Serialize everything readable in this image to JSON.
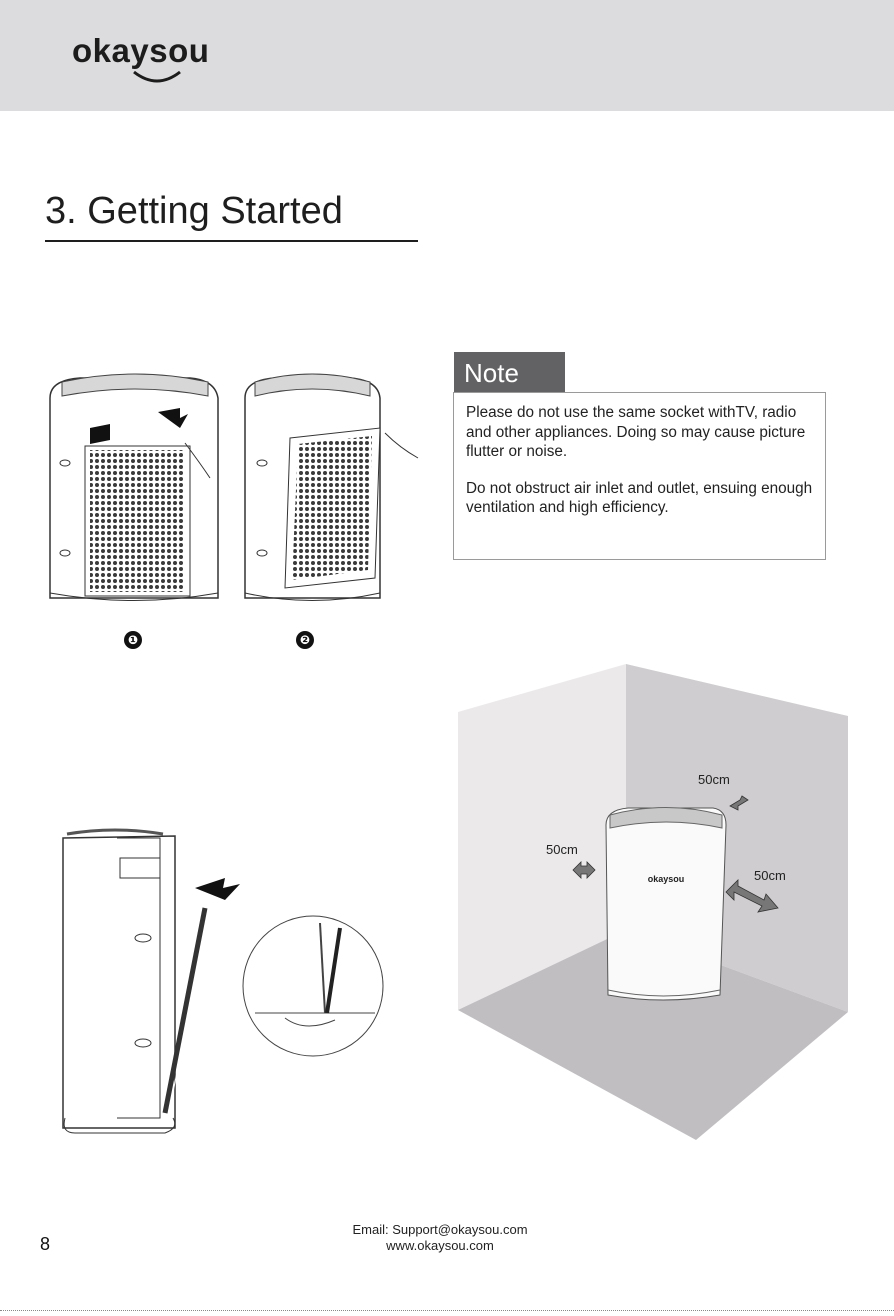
{
  "header": {
    "brand": "okaysou"
  },
  "section": {
    "title": "3. Getting Started"
  },
  "note": {
    "heading": "Note",
    "paragraph1": "Please do not use the same socket withTV, radio and other appliances. Doing so may cause picture flutter or noise.",
    "paragraph2": "Do not obstruct air inlet and outlet, ensuing enough ventilation and high efficiency."
  },
  "steps": {
    "step1": "❶",
    "step2": "❷"
  },
  "clearance": {
    "back": "50cm",
    "left": "50cm",
    "right": "50cm",
    "device_brand": "okaysou"
  },
  "footer": {
    "email": "Email: Support@okaysou.com",
    "website": "www.okaysou.com",
    "page_number": "8"
  }
}
